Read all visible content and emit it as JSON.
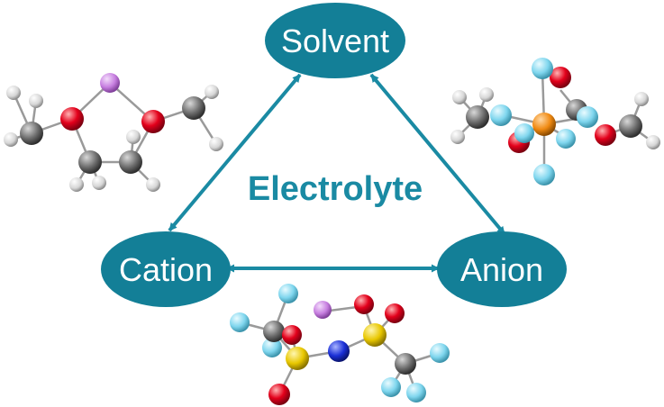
{
  "diagram": {
    "title": "Electrolyte",
    "nodes": {
      "solvent": "Solvent",
      "cation": "Cation",
      "anion": "Anion"
    },
    "edges": [
      {
        "from": "solvent",
        "to": "cation",
        "arrows": "both"
      },
      {
        "from": "solvent",
        "to": "anion",
        "arrows": "both"
      },
      {
        "from": "cation",
        "to": "anion",
        "arrows": "both"
      }
    ],
    "molecules": [
      {
        "label_for": "solvent",
        "depicts": "ethylene-glycol-dimethyl-ether-lithium-complex"
      },
      {
        "label_for": "anion-solvent",
        "depicts": "hexafluorophosphate-with-carbonate"
      },
      {
        "label_for": "cation-anion",
        "depicts": "lithium-bis-trifluoromethanesulfonyl-imide"
      }
    ]
  },
  "colors": {
    "node_fill": "#137f97",
    "arrow": "#1a8aa3",
    "title": "#1a8aa3",
    "carbon": "#6e6e6e",
    "hydrogen": "#dcdcdc",
    "oxygen": "#e3001b",
    "lithium": "#c77fe0",
    "fluorine": "#7fd6ee",
    "phosphorus": "#f08a12",
    "sulfur": "#e8c700",
    "nitrogen": "#1a2fd6"
  }
}
